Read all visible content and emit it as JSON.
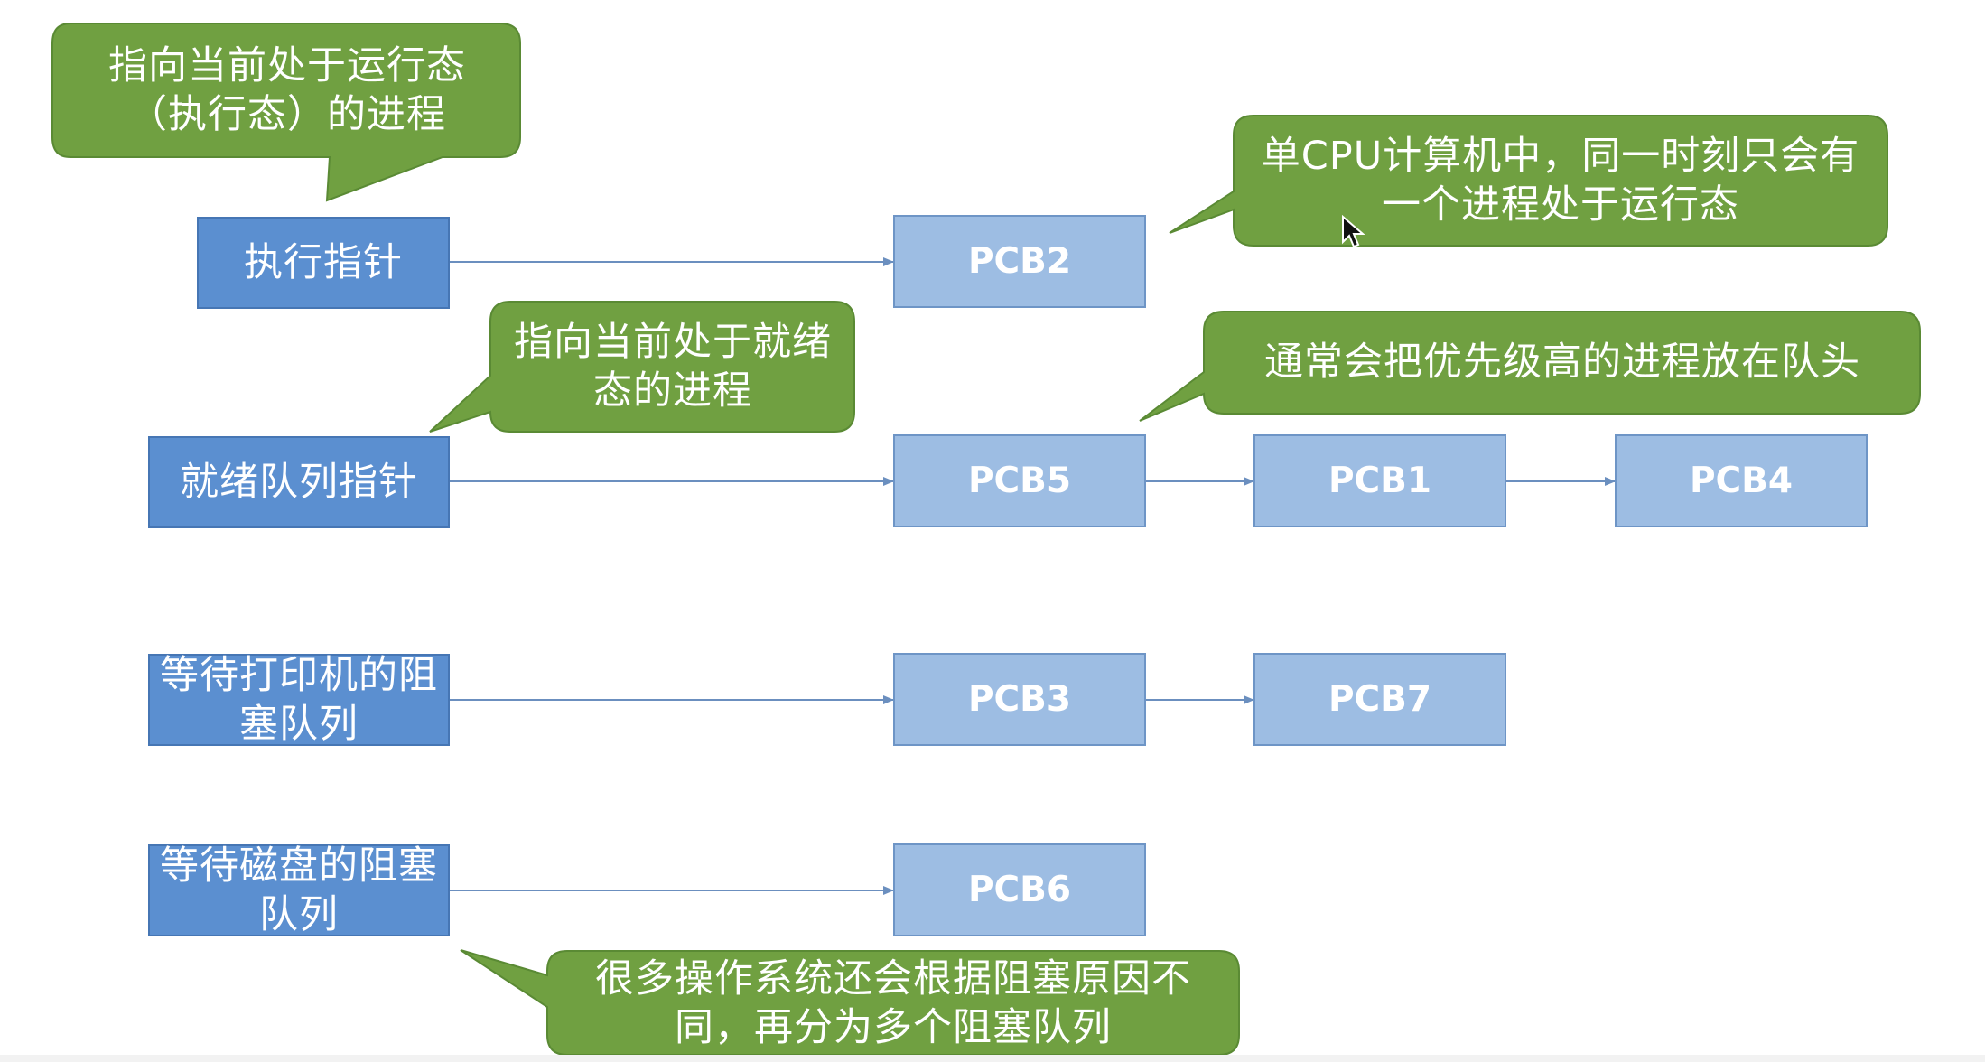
{
  "pointers": {
    "exec": "执行指针",
    "ready": "就绪队列指针",
    "printer_block": "等待打印机的阻塞队列",
    "disk_block": "等待磁盘的阻塞队列"
  },
  "pcbs": {
    "pcb2": "PCB2",
    "pcb5": "PCB5",
    "pcb1": "PCB1",
    "pcb4": "PCB4",
    "pcb3": "PCB3",
    "pcb7": "PCB7",
    "pcb6": "PCB6"
  },
  "notes": {
    "exec_note": "指向当前处于运行态（执行态）的进程",
    "single_cpu_note": "单CPU计算机中，同一时刻只会有一个进程处于运行态",
    "ready_note": "指向当前处于就绪态的进程",
    "priority_note": "通常会把优先级高的进程放在队头",
    "block_note": "很多操作系统还会根据阻塞原因不同，再分为多个阻塞队列"
  },
  "colors": {
    "pointer_fill": "#5b8fd0",
    "pcb_fill": "#9dbde3",
    "callout_fill": "#70a041",
    "arrow": "#6b8fbf"
  }
}
